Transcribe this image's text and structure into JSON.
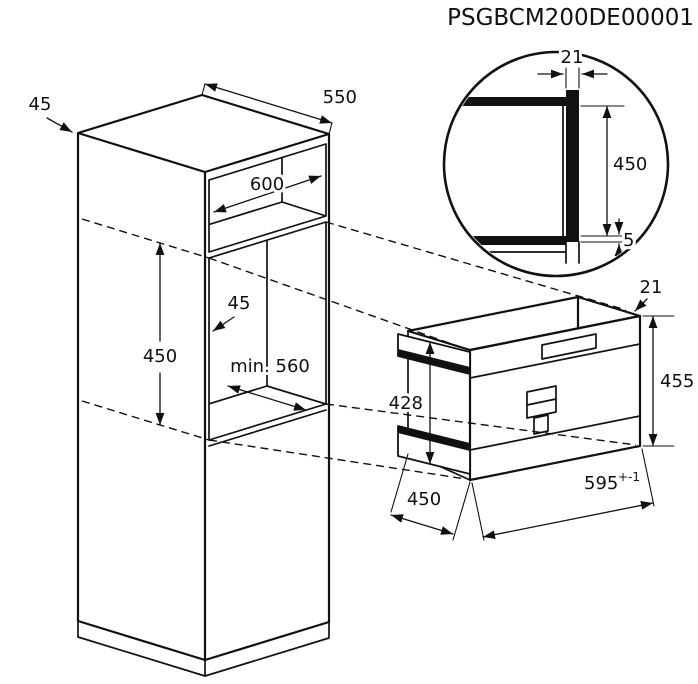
{
  "title": "PSGBCM200DE00001",
  "colors": {
    "ink": "#111111",
    "background": "#ffffff"
  },
  "detail_view": {
    "frame_depth": "21",
    "niche_height": "450",
    "bottom_gap": "5"
  },
  "cabinet": {
    "top_offset": "45",
    "top_depth": "550",
    "niche_width": "600",
    "side_clearance": "45",
    "niche_height": "450",
    "niche_depth": "min. 560"
  },
  "appliance": {
    "front_protrusion": "21",
    "front_height": "455",
    "body_height": "428",
    "width": "595",
    "width_tolerance": "+-1",
    "depth": "450"
  }
}
